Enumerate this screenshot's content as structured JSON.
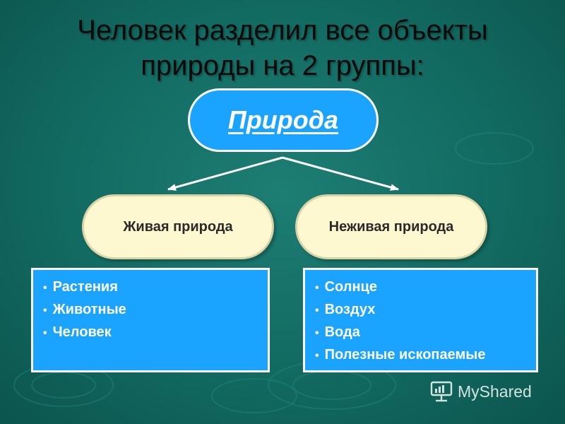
{
  "slide": {
    "title_line1": "Человек разделил все объекты",
    "title_line2": "природы на 2 группы:"
  },
  "diagram": {
    "root": {
      "label": "Природа"
    },
    "branches": [
      {
        "label": "Живая природа",
        "items": [
          "Растения",
          "Животные",
          "Человек"
        ]
      },
      {
        "label": "Неживая природа",
        "items": [
          "Солнце",
          "Воздух",
          "Вода",
          "Полезные ископаемые"
        ]
      }
    ]
  },
  "watermark": {
    "text": "MyShared",
    "icon": "presentation-icon"
  },
  "colors": {
    "background": "#126a61",
    "node_blue": "#1aa3ff",
    "branch_fill": "#fdf8cf",
    "text_dark": "#0a0a0a"
  }
}
